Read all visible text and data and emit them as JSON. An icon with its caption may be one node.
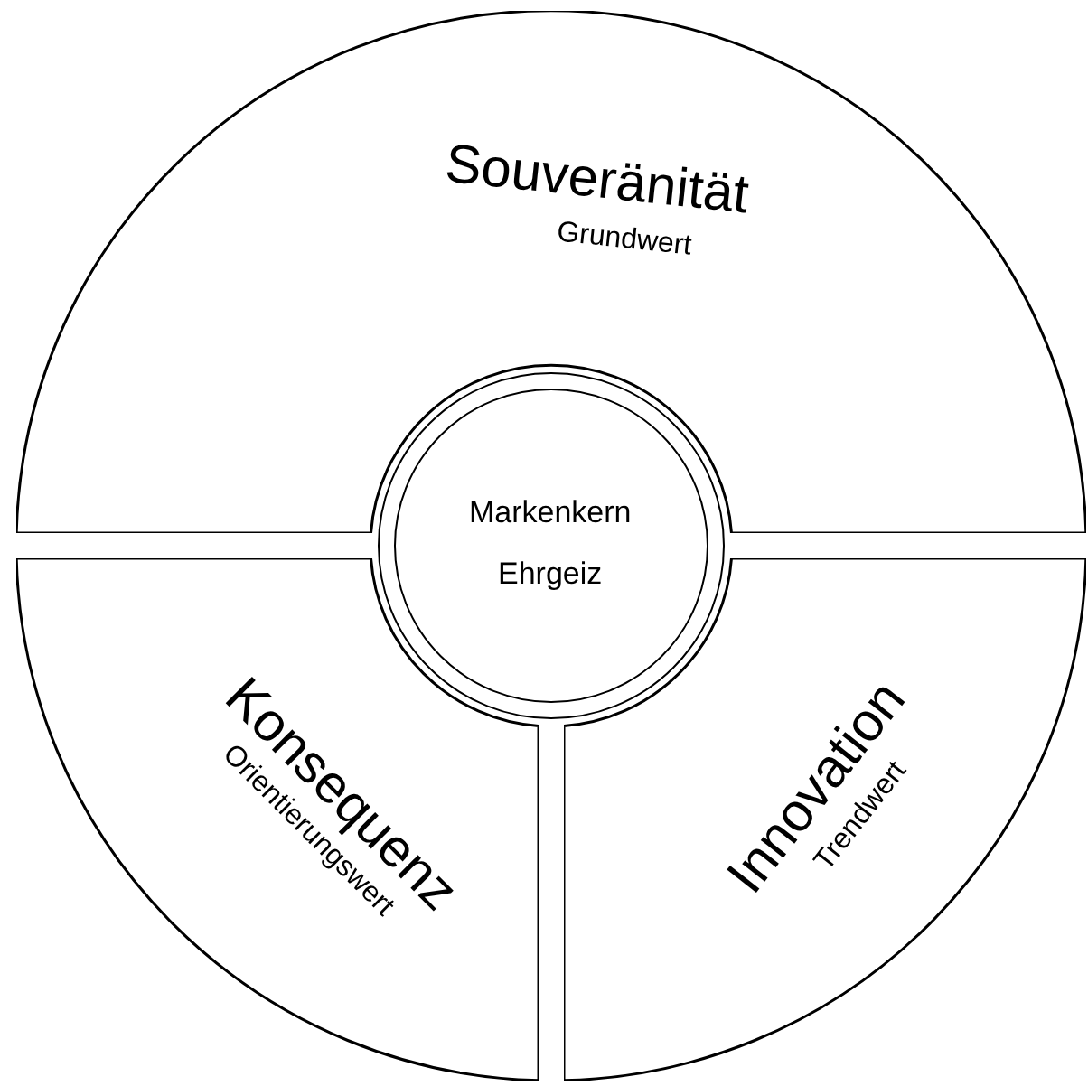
{
  "diagram": {
    "nodes": [
      {
        "text": [
          "Souveränität",
          "Grundwert"
        ]
      },
      {
        "text": [
          "Markenkern",
          "Ehrgeiz"
        ]
      },
      {
        "text": [
          "Konsequenz",
          "Orientierungswert"
        ]
      },
      {
        "text": [
          "Innovation",
          "Trendwert"
        ]
      }
    ]
  }
}
